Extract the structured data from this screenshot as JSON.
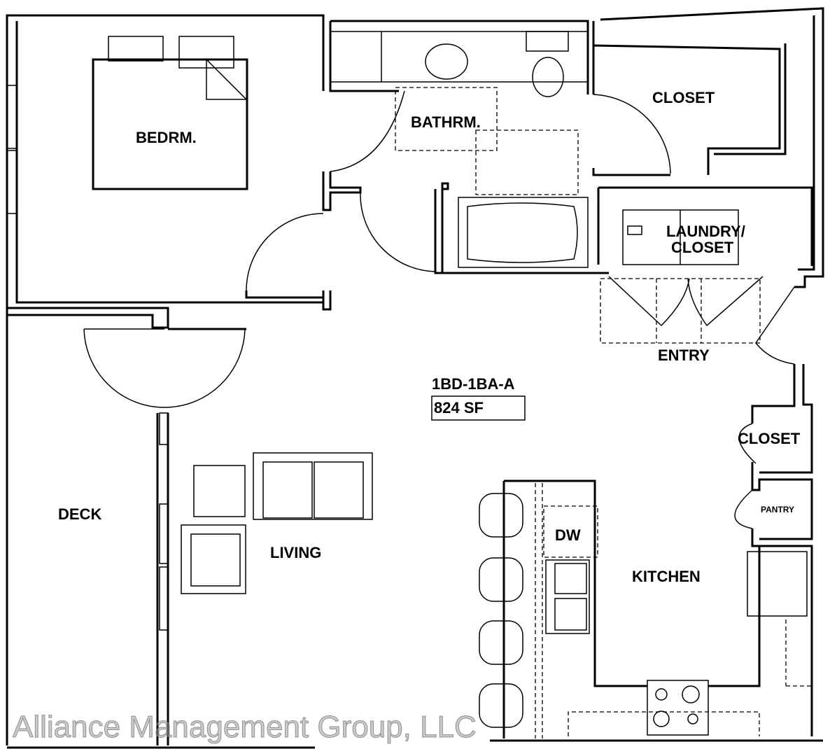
{
  "rooms": {
    "bedroom": "BEDRM.",
    "bathroom": "BATHRM.",
    "closet_main": "CLOSET",
    "laundry_line1": "LAUNDRY/",
    "laundry_line2": "CLOSET",
    "entry": "ENTRY",
    "closet_small": "CLOSET",
    "pantry": "PANTRY",
    "dishwasher": "DW",
    "kitchen": "KITCHEN",
    "living": "LIVING",
    "deck": "DECK"
  },
  "unit": {
    "name": "1BD-1BA-A",
    "area": "824 SF"
  },
  "watermark": "Alliance Management Group, LLC"
}
